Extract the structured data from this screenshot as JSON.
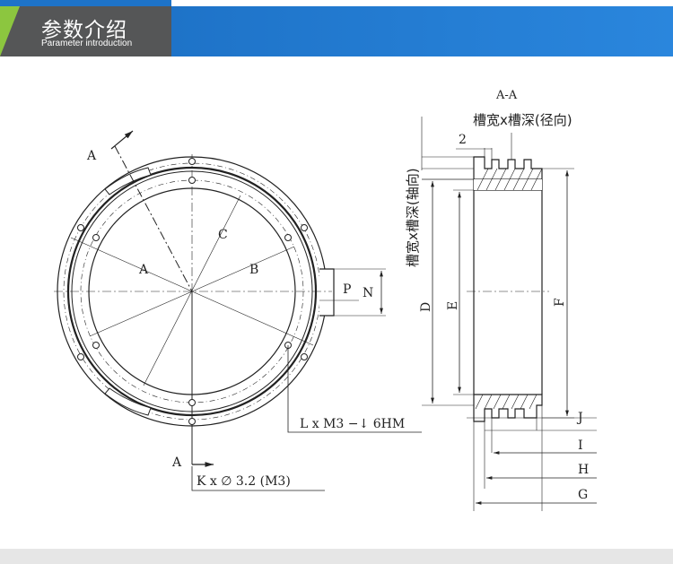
{
  "header": {
    "title_cn": "参数介绍",
    "title_en": "Parameter introduction"
  },
  "colors": {
    "header_dark": "#555657",
    "header_blue": "#1e73c8",
    "header_green": "#8cc63f",
    "line": "#222222"
  },
  "drawing": {
    "front_view": {
      "section_mark_top": "A",
      "section_mark_bottom": "A",
      "dim_a": "A",
      "dim_b": "B",
      "dim_c": "C",
      "dim_p": "P",
      "dim_n": "N",
      "thread_holes": "L x  M3 −↓ 6HM",
      "through_holes": "K x ∅ 3.2  (M3)"
    },
    "section_view": {
      "title": "A-A",
      "groove_radial": "槽宽x槽深(径向)",
      "groove_axial": "槽宽x槽深(轴向)",
      "dim_2": "2",
      "dim_d": "D",
      "dim_e": "E",
      "dim_f": "F",
      "dim_g": "G",
      "dim_h": "H",
      "dim_i": "I",
      "dim_j": "J"
    }
  }
}
